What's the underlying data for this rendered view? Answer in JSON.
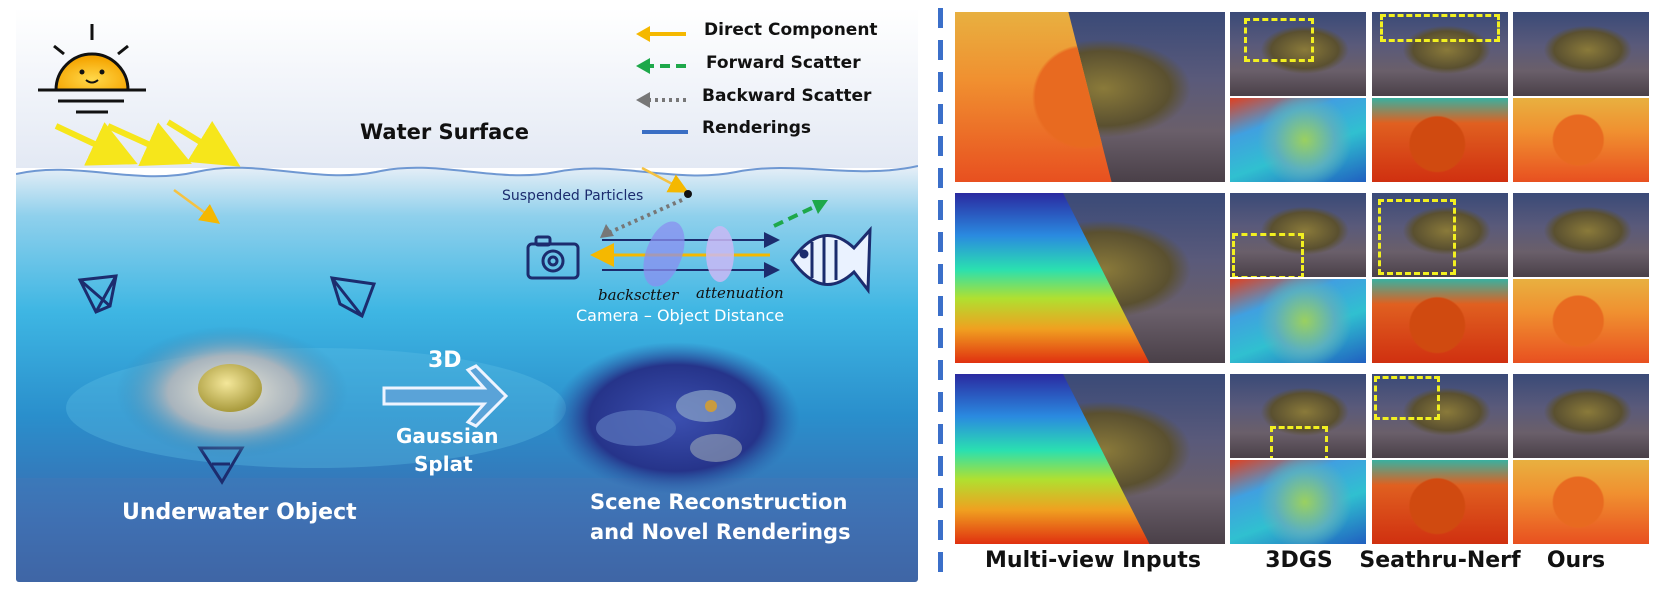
{
  "legend": {
    "direct": "Direct Component",
    "forward": "Forward Scatter",
    "backward": "Backward Scatter",
    "renderings": "Renderings"
  },
  "scene": {
    "water_surface": "Water Surface",
    "suspended_particles": "Suspended Particles",
    "backscatter": "backsctter",
    "attenuation": "attenuation",
    "distance_caption": "Camera – Object Distance",
    "arrow_top": "3D",
    "arrow_bottom_1": "Gaussian",
    "arrow_bottom_2": "Splat",
    "underwater_object": "Underwater Object",
    "recon_1": "Scene Reconstruction",
    "recon_2": "and Novel Renderings"
  },
  "columns": [
    "Multi-view Inputs",
    "3DGS",
    "Seathru-Nerf",
    "Ours"
  ],
  "colors": {
    "direct": "#f5b800",
    "forward": "#1ea84a",
    "backward": "#777777",
    "renderings": "#3a6fc4",
    "separator": "#3b6fc9"
  }
}
